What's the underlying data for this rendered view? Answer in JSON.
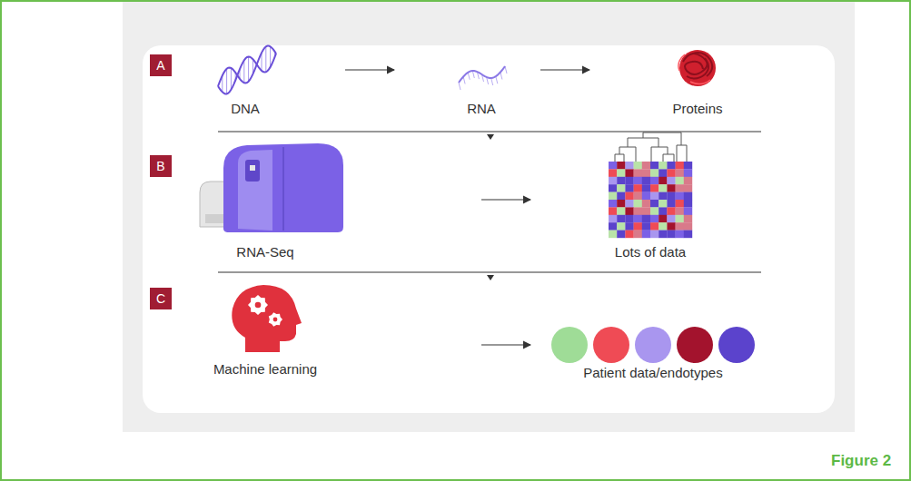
{
  "diagram": {
    "caption": "Figure 2",
    "nodes": [
      {
        "text": [
          "A"
        ]
      },
      {
        "text": [
          "B"
        ]
      },
      {
        "text": [
          "C"
        ]
      }
    ],
    "labels": [
      "DNA",
      "RNA",
      "Proteins",
      "RNA-Seq",
      "Lots of data",
      "Machine learning",
      "Patient data/endotypes"
    ]
  }
}
